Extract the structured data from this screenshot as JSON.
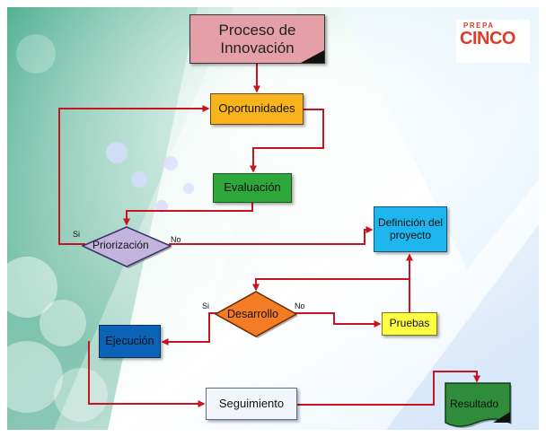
{
  "title": "Proceso de Innovación",
  "logo": {
    "top": "PREPA",
    "main": "CINCO"
  },
  "nodes": {
    "oportunidades": "Oportunidades",
    "evaluacion": "Evaluación",
    "priorizacion": "Priorización",
    "definicion": "Definición del proyecto",
    "desarrollo": "Desarrollo",
    "pruebas": "Pruebas",
    "ejecucion": "Ejecución",
    "seguimiento": "Seguimiento",
    "resultado": "Resultado"
  },
  "decisions": {
    "priorizacion": {
      "yes": "Si",
      "no": "No"
    },
    "desarrollo": {
      "yes": "Si",
      "no": "No"
    }
  },
  "colors": {
    "arrow": "#c8141e",
    "title_box": "#e4a0a6",
    "oportunidades": "#f9b31c",
    "evaluacion": "#2fa83b",
    "priorizacion": "#c2b4dc",
    "definicion": "#1fb6f0",
    "desarrollo": "#f47c24",
    "pruebas": "#ffff44",
    "ejecucion": "#0b63b8",
    "seguimiento": "#f2f6fb",
    "resultado": "#2e8c3a"
  }
}
